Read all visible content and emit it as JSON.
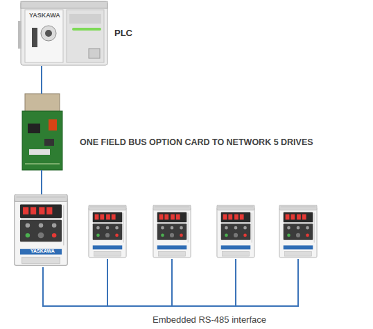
{
  "diagram": {
    "nodes": [
      {
        "text": [
          "YASKAWA",
          "PLC"
        ]
      },
      {
        "text": [
          "ONE FIELD BUS OPTION CARD TO NETWORK 5 DRIVES"
        ]
      },
      {
        "text": [
          "YASKAWA"
        ]
      }
    ],
    "edges": [
      {
        "from": 0,
        "to": 1,
        "arrow": "none"
      },
      {
        "from": 1,
        "to": 2,
        "arrow": "none"
      }
    ],
    "labels": [
      "Embedded RS-485 interface"
    ]
  }
}
